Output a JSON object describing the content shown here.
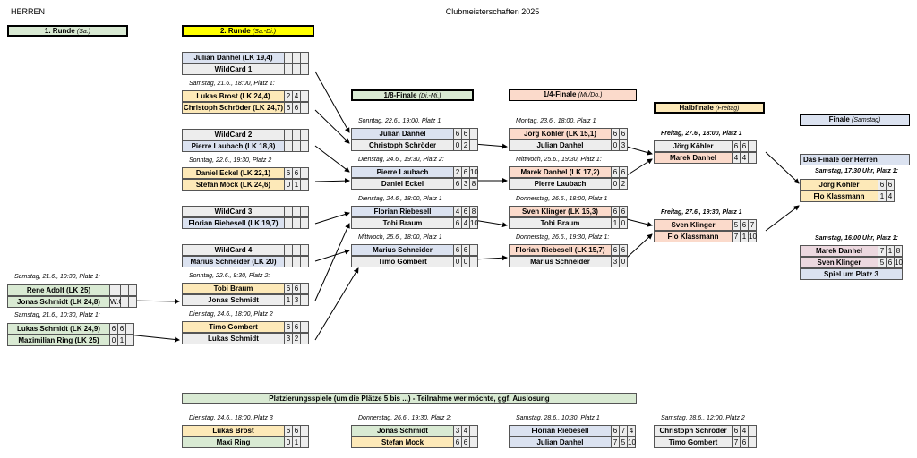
{
  "header": {
    "left": "HERREN",
    "center": "Clubmeisterschaften 2025"
  },
  "labels": {
    "r1": {
      "title": "1. Runde",
      "sub": "(Sa.)",
      "color": "#d9ead3"
    },
    "r2": {
      "title": "2. Runde",
      "sub": "(Sa.-Di.)",
      "color": "#ffff00"
    },
    "r8": {
      "title": "1/8-Finale",
      "sub": "(Di.-Mi.)",
      "color": "#d9ead3"
    },
    "r4": {
      "title": "1/4-Finale",
      "sub": "(Mi./Do.)",
      "color": "#fbdacb"
    },
    "hf": {
      "title": "Halbfinale",
      "sub": "(Freitag)",
      "color": "#fde9b8"
    },
    "f": {
      "title": "Finale",
      "sub": "(Samstag)",
      "color": "#dbe2f0"
    }
  },
  "r1": [
    {
      "date": "Samstag, 21.6., 19:30, Platz 1:",
      "p1": "Rene Adolf (LK 25)",
      "c1": "grn",
      "s1": [
        "",
        "",
        ""
      ],
      "p2": "Jonas Schmidt (LK 24,8)",
      "c2": "grn",
      "s2": [
        "W.O.",
        "",
        ""
      ]
    },
    {
      "date": "Samstag, 21.6., 10:30, Platz 1:",
      "p1": "Lukas Schmidt (LK 24,9)",
      "c1": "grn",
      "s1": [
        "6",
        "6",
        ""
      ],
      "p2": "Maximilian Ring (LK 25)",
      "c2": "grn",
      "s2": [
        "0",
        "1",
        ""
      ]
    }
  ],
  "r2": [
    {
      "date": "",
      "p1": "Julian Danhel (LK 19,4)",
      "c1": "blue",
      "s1": [
        "",
        "",
        ""
      ],
      "p2": "WildCard 1",
      "c2": "gry",
      "s2": [
        "",
        "",
        ""
      ]
    },
    {
      "date": "Samstag, 21.6., 18:00, Platz 1:",
      "p1": "Lukas Brost (LK 24,4)",
      "c1": "yel",
      "s1": [
        "2",
        "4",
        ""
      ],
      "p2": "Christoph Schröder (LK 24,7)",
      "c2": "yel",
      "s2": [
        "6",
        "6",
        ""
      ]
    },
    {
      "date": "",
      "p1": "WildCard 2",
      "c1": "gry",
      "s1": [
        "",
        "",
        ""
      ],
      "p2": "Pierre  Laubach (LK 18,8)",
      "c2": "blue",
      "s2": [
        "",
        "",
        ""
      ]
    },
    {
      "date": "Sonntag, 22.6., 19:30, Platz 2",
      "p1": "Daniel Eckel (LK 22,1)",
      "c1": "yel",
      "s1": [
        "6",
        "6",
        ""
      ],
      "p2": "Stefan Mock (LK 24,6)",
      "c2": "yel",
      "s2": [
        "0",
        "1",
        ""
      ]
    },
    {
      "date": "",
      "p1": "WildCard 3",
      "c1": "gry",
      "s1": [
        "",
        "",
        ""
      ],
      "p2": "Florian Riebesell (LK 19,7)",
      "c2": "blue",
      "s2": [
        "",
        "",
        ""
      ]
    },
    {
      "date": "",
      "p1": "WildCard 4",
      "c1": "gry",
      "s1": [
        "",
        "",
        ""
      ],
      "p2": "Marius Schneider (LK 20)",
      "c2": "blue",
      "s2": [
        "",
        "",
        ""
      ]
    },
    {
      "date": "Sonntag, 22.6., 9:30, Platz 2:",
      "p1": "Tobi Braum",
      "c1": "yel",
      "s1": [
        "6",
        "6",
        ""
      ],
      "p2": "Jonas Schmidt",
      "c2": "gry",
      "s2": [
        "1",
        "3",
        ""
      ]
    },
    {
      "date": "Dienstag, 24.6., 18:00, Platz 2",
      "p1": "Timo Gombert",
      "c1": "yel",
      "s1": [
        "6",
        "6",
        ""
      ],
      "p2": "Lukas Schmidt",
      "c2": "gry",
      "s2": [
        "3",
        "2",
        ""
      ]
    }
  ],
  "r8": [
    {
      "date": "Sonntag, 22.6., 19:00, Platz 1",
      "p1": "Julian Danhel",
      "c1": "blue",
      "s1": [
        "6",
        "6",
        ""
      ],
      "p2": "Christoph Schröder",
      "c2": "gry",
      "s2": [
        "0",
        "2",
        ""
      ]
    },
    {
      "date": "Dienstag, 24.6., 19:30, Platz 2:",
      "p1": "Pierre Laubach",
      "c1": "blue",
      "s1": [
        "2",
        "6",
        "10"
      ],
      "p2": "Daniel Eckel",
      "c2": "gry",
      "s2": [
        "6",
        "3",
        "8"
      ]
    },
    {
      "date": "Dienstag, 24.6., 18:00, Platz 1",
      "p1": "Florian Riebesell",
      "c1": "blue",
      "s1": [
        "4",
        "6",
        "8"
      ],
      "p2": "Tobi Braum",
      "c2": "gry",
      "s2": [
        "6",
        "4",
        "10"
      ]
    },
    {
      "date": "Mittwoch, 25.6., 18:00, Platz 1",
      "p1": "Marius Schneider",
      "c1": "blue",
      "s1": [
        "6",
        "6",
        ""
      ],
      "p2": "Timo Gombert",
      "c2": "gry",
      "s2": [
        "0",
        "0",
        ""
      ]
    }
  ],
  "r4": [
    {
      "date": "Montag, 23.6., 18:00, Platz 1",
      "p1": "Jörg Köhler (LK 15,1)",
      "c1": "pch",
      "s1": [
        "6",
        "6"
      ],
      "p2": "Julian Danhel",
      "c2": "gry",
      "s2": [
        "0",
        "3"
      ]
    },
    {
      "date": "Mittwoch, 25.6., 19:30, Platz 1:",
      "p1": "Marek Danhel (LK 17,2)",
      "c1": "pch",
      "s1": [
        "6",
        "6"
      ],
      "p2": "Pierre Laubach",
      "c2": "gry",
      "s2": [
        "0",
        "2"
      ]
    },
    {
      "date": "Donnerstag, 26.6., 18:00, Platz 1",
      "p1": "Sven Klinger (LK 15,3)",
      "c1": "pch",
      "s1": [
        "6",
        "6"
      ],
      "p2": "Tobi Braum",
      "c2": "gry",
      "s2": [
        "1",
        "0"
      ]
    },
    {
      "date": "Donnerstag, 26.6., 19:30, Platz 1:",
      "p1": "Florian Riebesell (LK 15,7)",
      "c1": "pch",
      "s1": [
        "6",
        "6"
      ],
      "p2": "Marius Schneider",
      "c2": "gry",
      "s2": [
        "3",
        "0"
      ]
    }
  ],
  "hf": [
    {
      "date": "Freitag, 27.6., 18:00, Platz 1",
      "p1": "Jörg Köhler",
      "c1": "gry",
      "s1": [
        "6",
        "6",
        ""
      ],
      "p2": "Marek Danhel",
      "c2": "pch",
      "s2": [
        "4",
        "4",
        ""
      ]
    },
    {
      "date": "Freitag, 27.6., 19:30, Platz 1",
      "p1": "Sven Klinger",
      "c1": "pch",
      "s1": [
        "5",
        "6",
        "7"
      ],
      "p2": "Flo Klassmann",
      "c2": "pch",
      "s2": [
        "7",
        "1",
        "10"
      ]
    }
  ],
  "final": {
    "title": "Das Finale der Herren",
    "date": "Samstag, 17:30 Uhr, Platz 1:",
    "p1": "Jörg Köhler",
    "s1": [
      "6",
      "6"
    ],
    "p2": "Flo Klassmann",
    "s2": [
      "1",
      "4"
    ]
  },
  "third": {
    "date": "Samstag, 16:00 Uhr, Platz 1:",
    "p1": "Marek Danhel",
    "s1": [
      "7",
      "1",
      "8"
    ],
    "p2": "Sven Klinger",
    "s2": [
      "5",
      "6",
      "10"
    ],
    "label": "Spiel um Platz 3"
  },
  "placement": {
    "title": "Platzierungsspiele (um die Plätze 5 bis ...) - Teilnahme wer möchte, ggf. Auslosung",
    "matches": [
      {
        "date": "Dienstag, 24.6., 18:00, Platz 3",
        "p1": "Lukas Brost",
        "c1": "yel",
        "s1": [
          "6",
          "6",
          ""
        ],
        "p2": "Maxi Ring",
        "c2": "grn",
        "s2": [
          "0",
          "1",
          ""
        ]
      },
      {
        "date": "Donnerstag, 26.6., 19:30, Platz 2:",
        "p1": "Jonas Schmidt",
        "c1": "grn",
        "s1": [
          "3",
          "4",
          ""
        ],
        "p2": "Stefan Mock",
        "c2": "yel",
        "s2": [
          "6",
          "6",
          ""
        ]
      },
      {
        "date": "Samstag, 28.6., 10:30, Platz 1",
        "p1": "Florian Riebesell",
        "c1": "blue",
        "s1": [
          "6",
          "7",
          "4"
        ],
        "p2": "Julian Danhel",
        "c2": "blue",
        "s2": [
          "7",
          "5",
          "10"
        ]
      },
      {
        "date": "Samstag, 28.6., 12:00, Platz 2",
        "p1": "Christoph Schröder",
        "c1": "gry",
        "s1": [
          "6",
          "4",
          ""
        ],
        "p2": "Timo Gombert",
        "c2": "gry",
        "s2": [
          "7",
          "6",
          ""
        ]
      }
    ]
  }
}
